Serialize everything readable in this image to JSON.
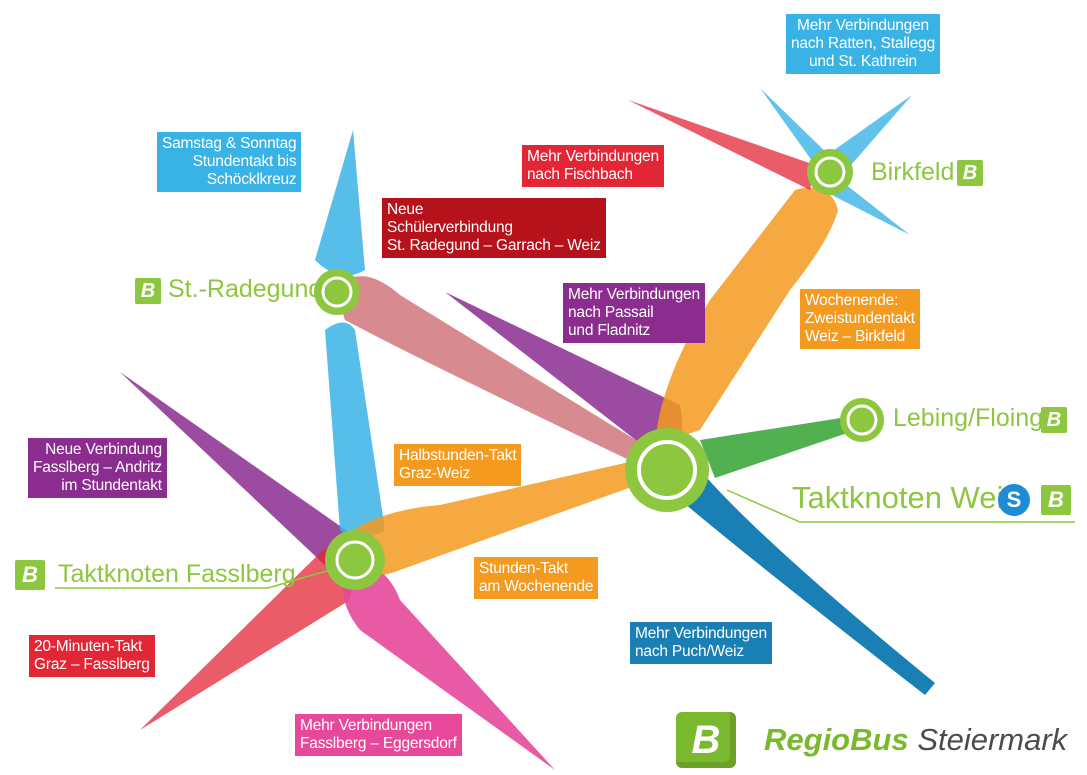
{
  "colors": {
    "green": "#8dc63f",
    "orange": "#f39a1f",
    "purple": "#8b2d8f",
    "red": "#e32636",
    "dark_red": "#c1121f",
    "blue": "#1a7fb5",
    "light_blue": "#39b3e6",
    "pink": "#e7489a",
    "salmon": "#d16b6f"
  },
  "nodes": {
    "st_radegund": "St.-Radegund",
    "birkfeld": "Birkfeld",
    "lebing": "Lebing/Floing",
    "weiz": "Taktknoten Weiz",
    "fasslberg": "Taktknoten Fasslberg"
  },
  "badge_letter": "B",
  "sbahn_letter": "S",
  "boxes": {
    "samstag": [
      "Samstag & Sonntag",
      "Stundentakt bis",
      "Schöcklkreuz"
    ],
    "schueler": [
      "Neue",
      "Schülerverbindung",
      "St. Radegund – Garrach – Weiz"
    ],
    "fischbach": [
      "Mehr Verbindungen",
      "nach Fischbach"
    ],
    "ratten": [
      "Mehr Verbindungen",
      "nach Ratten, Stallegg",
      "und St. Kathrein"
    ],
    "passail": [
      "Mehr Verbindungen",
      "nach Passail",
      "und Fladnitz"
    ],
    "wochenende": [
      "Wochenende:",
      "Zweistundentakt",
      "Weiz – Birkfeld"
    ],
    "andritz": [
      "Neue Verbindung",
      "Fasslberg – Andritz",
      "im Stundentakt"
    ],
    "halbstunden": [
      "Halbstunden-Takt",
      "Graz-Weiz"
    ],
    "stundentakt": [
      "Stunden-Takt",
      "am Wochenende"
    ],
    "puch": [
      "Mehr Verbindungen",
      "nach Puch/Weiz"
    ],
    "zwanzig": [
      "20-Minuten-Takt",
      "Graz – Fasslberg"
    ],
    "eggersdorf": [
      "Mehr Verbindungen",
      "Fasslberg – Eggersdorf"
    ]
  },
  "logo": {
    "brand": "RegioBus",
    "region": "Steiermark"
  }
}
